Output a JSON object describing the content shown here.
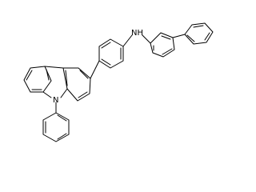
{
  "molecule": {
    "atom_labels": {
      "amine_n": "NH",
      "carbazole_n": "N"
    },
    "colors": {
      "bond": "#000000",
      "label": "#000000",
      "background": "#ffffff"
    },
    "rings": [
      "benzene",
      "benzene",
      "pyrrole",
      "benzene",
      "benzene",
      "benzene",
      "benzene"
    ]
  }
}
